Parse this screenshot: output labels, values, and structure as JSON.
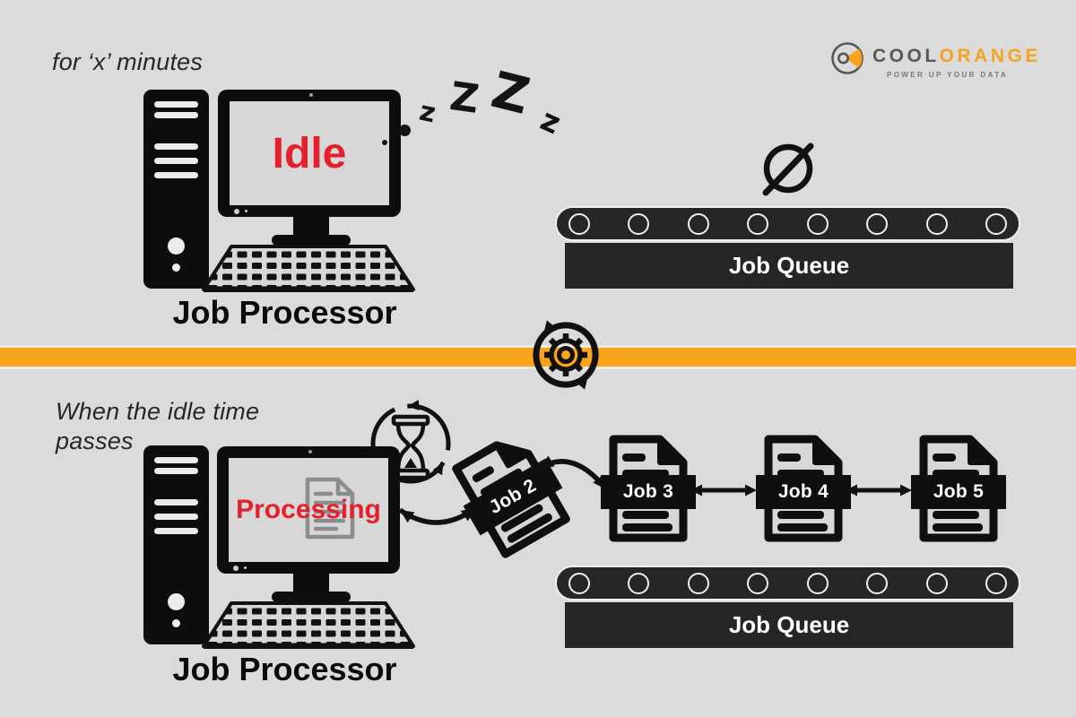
{
  "canvas": {
    "background": "#DBDBDB"
  },
  "colors": {
    "accent_orange": "#F9A21B",
    "status_red": "#E3202B",
    "ink_black": "#111111",
    "belt_dark": "#262626",
    "logo_gray": "#58595B"
  },
  "logo": {
    "mark_icon": "coolorange-pie-mark",
    "cool": "COOL",
    "orange": "ORANGE",
    "tagline": "POWER UP YOUR DATA"
  },
  "top_section": {
    "caption": "for ‘x’ minutes",
    "monitor_status": "Idle",
    "processor_label": "Job Processor",
    "sleep_z": [
      "z",
      "Z",
      "Z",
      "z"
    ],
    "queue_label": "Job Queue",
    "queue_state_icon": "empty-set-icon"
  },
  "divider": {
    "icon": "sync-gear-icon"
  },
  "bottom_section": {
    "caption_line1": "When the idle time",
    "caption_line2": "passes",
    "monitor_status": "Processing",
    "processor_label": "Job Processor",
    "wait_icon": "hourglass-cycle-icon",
    "queue_label": "Job Queue",
    "jobs": [
      {
        "label": "Job 2"
      },
      {
        "label": "Job 3"
      },
      {
        "label": "Job 4"
      },
      {
        "label": "Job 5"
      }
    ]
  }
}
